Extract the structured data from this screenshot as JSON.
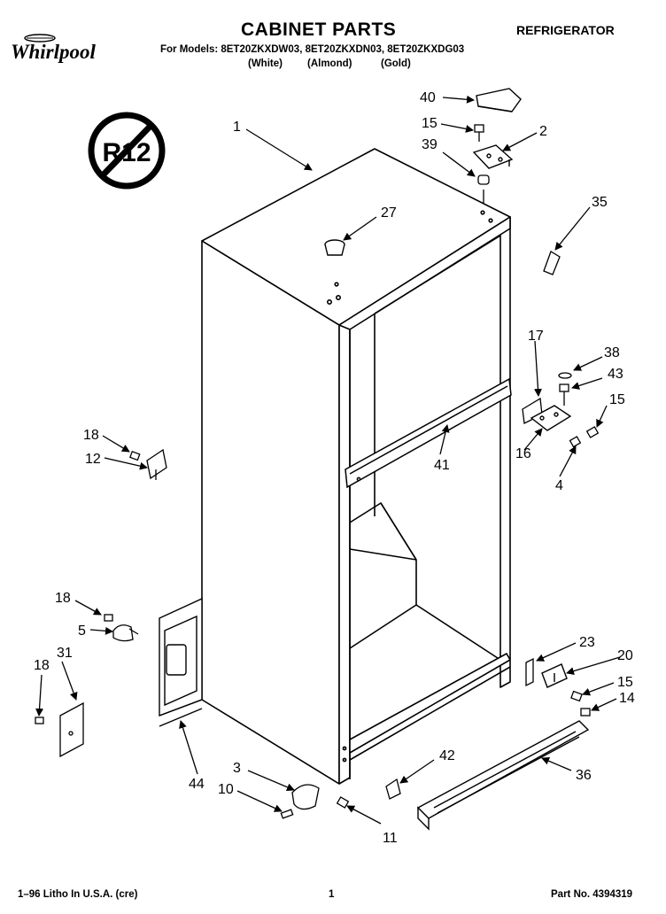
{
  "header": {
    "title": "CABINET PARTS",
    "category": "REFRIGERATOR",
    "brand": "Whirlpool",
    "models_line": "For Models: 8ET20ZKXDW03, 8ET20ZKXDN03, 8ET20ZKXDG03",
    "colors": {
      "white": "(White)",
      "almond": "(Almond)",
      "gold": "(Gold)"
    },
    "refrigerant_badge": "R12"
  },
  "callouts": {
    "c1": "1",
    "c2": "2",
    "c3": "3",
    "c4": "4",
    "c5": "5",
    "c10": "10",
    "c11": "11",
    "c12": "12",
    "c14": "14",
    "c15a": "15",
    "c15b": "15",
    "c15c": "15",
    "c16": "16",
    "c17": "17",
    "c18a": "18",
    "c18b": "18",
    "c18c": "18",
    "c20": "20",
    "c23": "23",
    "c27": "27",
    "c31": "31",
    "c35": "35",
    "c36": "36",
    "c38": "38",
    "c39": "39",
    "c40": "40",
    "c41": "41",
    "c42": "42",
    "c43": "43",
    "c44": "44"
  },
  "footer": {
    "printed": "1–96 Litho In U.S.A. (cre)",
    "page_number": "1",
    "part_number": "Part No. 4394319"
  }
}
